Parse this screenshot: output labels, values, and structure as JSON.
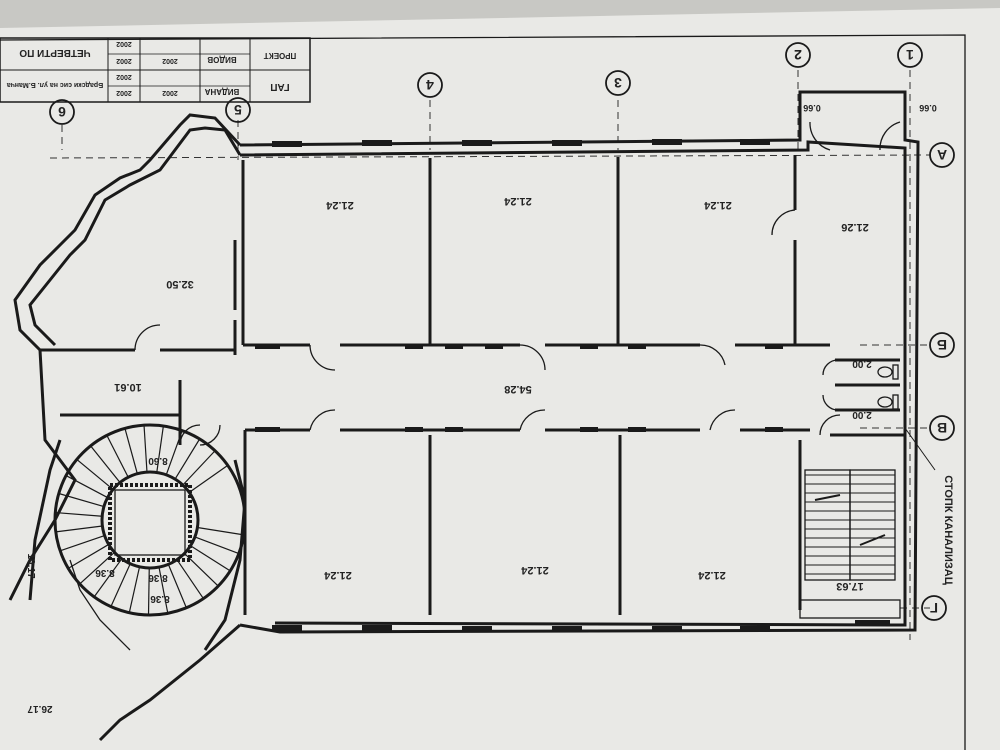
{
  "title_block": {
    "sheet_name": "ЧЕТВЕРТИ ПО",
    "desc": "Брадски сис на ул. Б.Манча",
    "gap_label": "ГАП",
    "designer_label": "ПРОЕКТ",
    "name_1": "ВИДАНА",
    "name_2": "ВИДОВ",
    "year": "2002"
  },
  "axes": {
    "vertical": [
      "1",
      "2",
      "3",
      "4",
      "5",
      "6"
    ],
    "horizontal": [
      "А",
      "Б",
      "В",
      "Г"
    ]
  },
  "rooms": {
    "r_a1": "21.26",
    "r_a2": "21.24",
    "r_a3": "21.24",
    "r_a4": "21.24",
    "r_a5": "32.50",
    "r_corridor": "54.28",
    "r_vest": "10.61",
    "r_wc1": "2.00",
    "r_wc2": "2.00",
    "r_stair2": "17.63",
    "r_b1": "21.24",
    "r_b2": "21.24",
    "r_b3": "21.24",
    "r_stair1": "8.60",
    "r_spiral1": "8.36",
    "r_spiral2": "8.36",
    "r_spiral3": "8.36",
    "r_left": "10.17",
    "r_bottom": "26.17",
    "r_door1": "0.66",
    "r_door2": "0.66"
  },
  "annotation": "СТОПК КАНАЛИЗАЦ"
}
